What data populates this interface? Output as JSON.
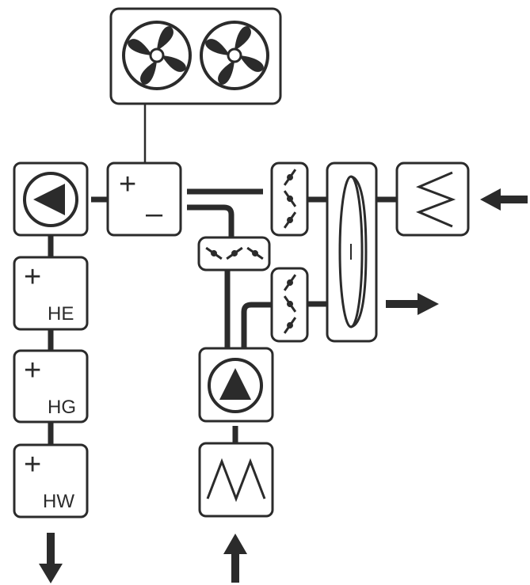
{
  "colors": {
    "stroke": "#2b2b2b",
    "fill": "#ffffff",
    "background": "#ffffff"
  },
  "labels": {
    "plus_sign": "+",
    "minus_sign": "–",
    "electric_heater": "HE",
    "gas_heater": "HG",
    "water_heater": "HW"
  },
  "icons": {
    "condenser": "fan-icon",
    "compressor": "compressor-plus-minus-icon",
    "supply_fan": "fan-triangle-icon",
    "dampers": "damper-icon",
    "heat_wheel": "rotary-heat-exchanger-icon",
    "filter": "filter-zigzag-icon",
    "arrows": "arrow-icon"
  }
}
